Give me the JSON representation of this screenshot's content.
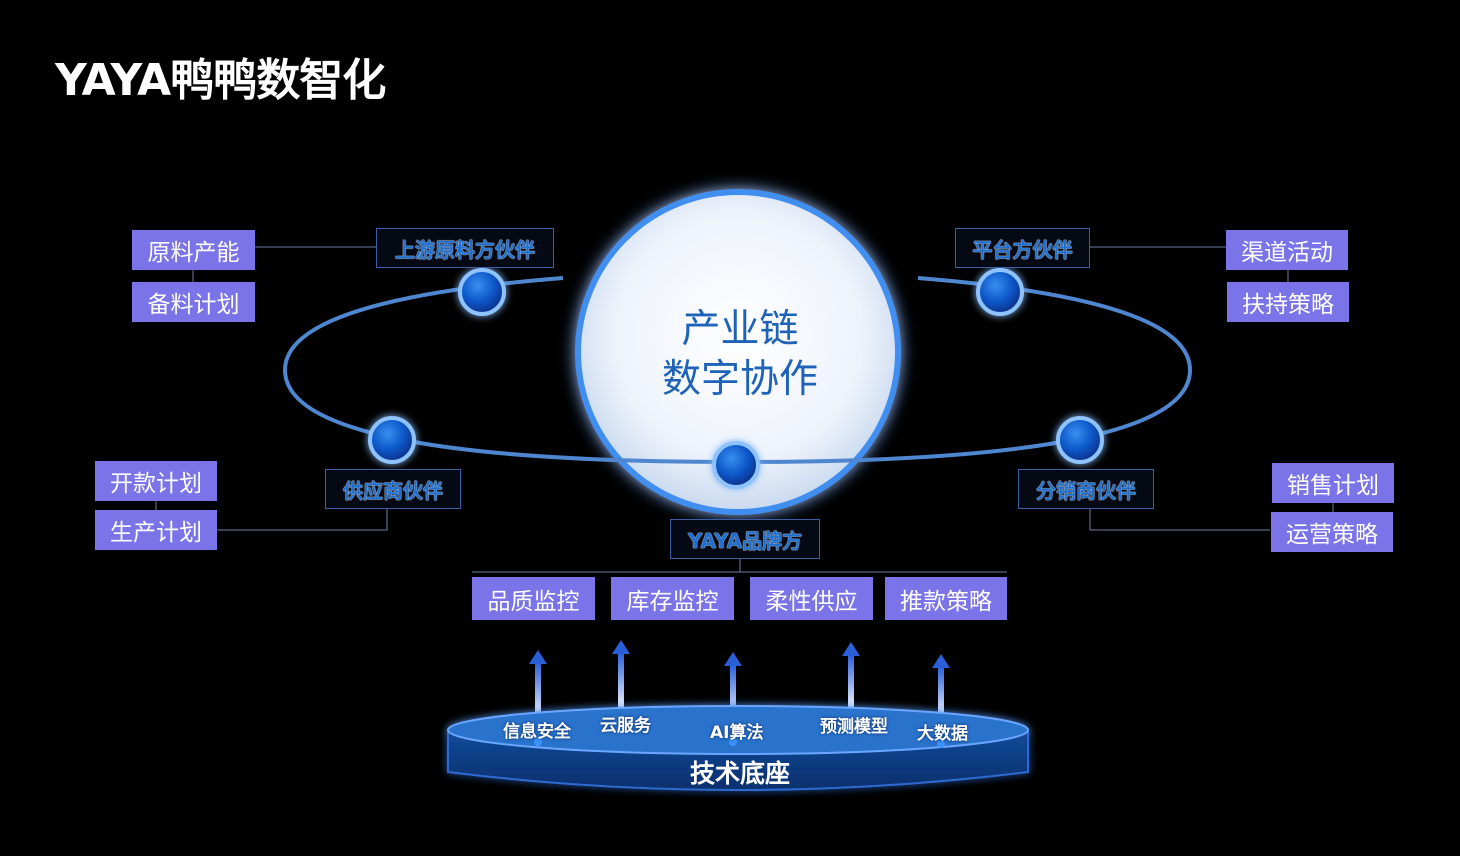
{
  "title": "YAYA鸭鸭数智化",
  "center": {
    "line1": "产业链",
    "line2": "数字协作"
  },
  "partners": {
    "upstream": {
      "label": "上游原料方伙伴",
      "items": [
        "原料产能",
        "备料计划"
      ]
    },
    "platform": {
      "label": "平台方伙伴",
      "items": [
        "渠道活动",
        "扶持策略"
      ]
    },
    "supplier": {
      "label": "供应商伙伴",
      "items": [
        "开款计划",
        "生产计划"
      ]
    },
    "distributor": {
      "label": "分销商伙伴",
      "items": [
        "销售计划",
        "运营策略"
      ]
    },
    "brand": {
      "label": "YAYA品牌方",
      "items": [
        "品质监控",
        "库存监控",
        "柔性供应",
        "推款策略"
      ]
    }
  },
  "tech": {
    "base": "技术底座",
    "items": [
      "信息安全",
      "云服务",
      "AI算法",
      "预测模型",
      "大数据"
    ]
  },
  "colors": {
    "background": "#000000",
    "item_box": "#7b73e8",
    "orbit": "#4e86cf",
    "hub_text": "#1f6fd0",
    "center_text": "#1e63b8"
  }
}
